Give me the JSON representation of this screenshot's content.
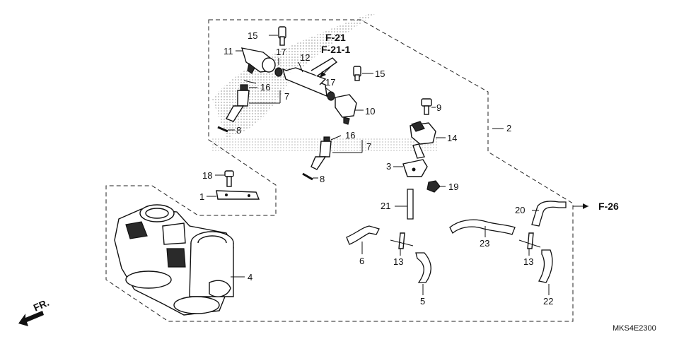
{
  "diagram_code": "MKS4E2300",
  "front_indicator": "FR.",
  "references": {
    "ref_a": "F-21",
    "ref_b": "F-21-1",
    "ref_c": "F-26"
  },
  "callouts": {
    "n1": "1",
    "n2": "2",
    "n3": "3",
    "n4": "4",
    "n5": "5",
    "n6": "6",
    "n7a": "7",
    "n7b": "7",
    "n8a": "8",
    "n8b": "8",
    "n9": "9",
    "n10": "10",
    "n11": "11",
    "n12": "12",
    "n13a": "13",
    "n13b": "13",
    "n14": "14",
    "n15a": "15",
    "n15b": "15",
    "n16a": "16",
    "n16b": "16",
    "n17a": "17",
    "n17b": "17",
    "n18": "18",
    "n19": "19",
    "n20": "20",
    "n21": "21",
    "n22": "22",
    "n23": "23"
  },
  "colors": {
    "ink": "#111111",
    "watermark": "#c8c8c8"
  }
}
